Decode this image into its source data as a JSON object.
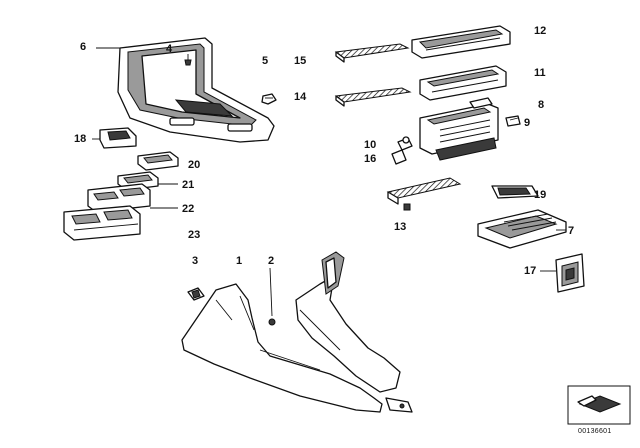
{
  "diagram": {
    "part_labels": [
      {
        "id": "p1",
        "text": "1"
      },
      {
        "id": "p2",
        "text": "2"
      },
      {
        "id": "p3",
        "text": "3"
      },
      {
        "id": "p4",
        "text": "4"
      },
      {
        "id": "p5",
        "text": "5"
      },
      {
        "id": "p6",
        "text": "6"
      },
      {
        "id": "p7",
        "text": "7"
      },
      {
        "id": "p8",
        "text": "8"
      },
      {
        "id": "p9",
        "text": "9"
      },
      {
        "id": "p10",
        "text": "10"
      },
      {
        "id": "p11",
        "text": "11"
      },
      {
        "id": "p12",
        "text": "12"
      },
      {
        "id": "p13",
        "text": "13"
      },
      {
        "id": "p14",
        "text": "14"
      },
      {
        "id": "p15",
        "text": "15"
      },
      {
        "id": "p16",
        "text": "16"
      },
      {
        "id": "p17",
        "text": "17"
      },
      {
        "id": "p18",
        "text": "18"
      },
      {
        "id": "p19",
        "text": "19"
      },
      {
        "id": "p20",
        "text": "20"
      },
      {
        "id": "p21",
        "text": "21"
      },
      {
        "id": "p22",
        "text": "22"
      },
      {
        "id": "p23",
        "text": "23"
      }
    ],
    "drawing_code": "00136601"
  }
}
